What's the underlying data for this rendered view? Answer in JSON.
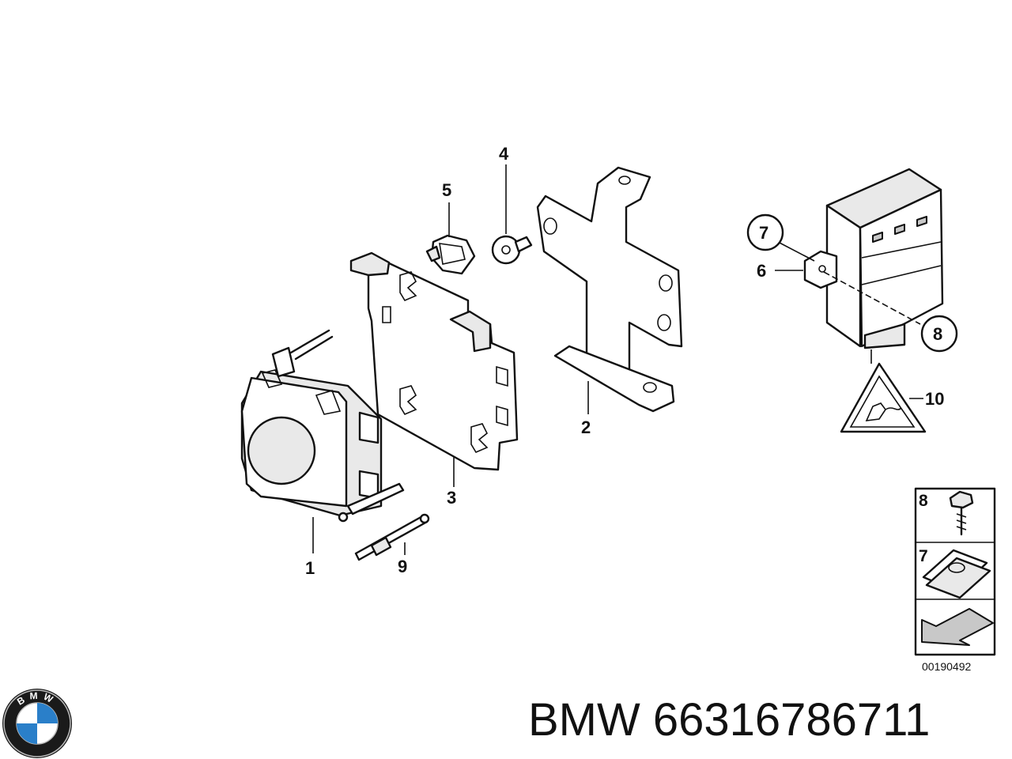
{
  "diagram": {
    "labels": {
      "l1": "1",
      "l2": "2",
      "l3": "3",
      "l4": "4",
      "l5": "5",
      "l6": "6",
      "l7": "7",
      "l8": "8",
      "l9": "9",
      "l10": "10"
    },
    "legend": {
      "item8": "8",
      "item7": "7"
    },
    "drawing_code": "00190492"
  },
  "brand": {
    "logo_letters": "BMW",
    "part_text": "BMW 66316786711"
  }
}
